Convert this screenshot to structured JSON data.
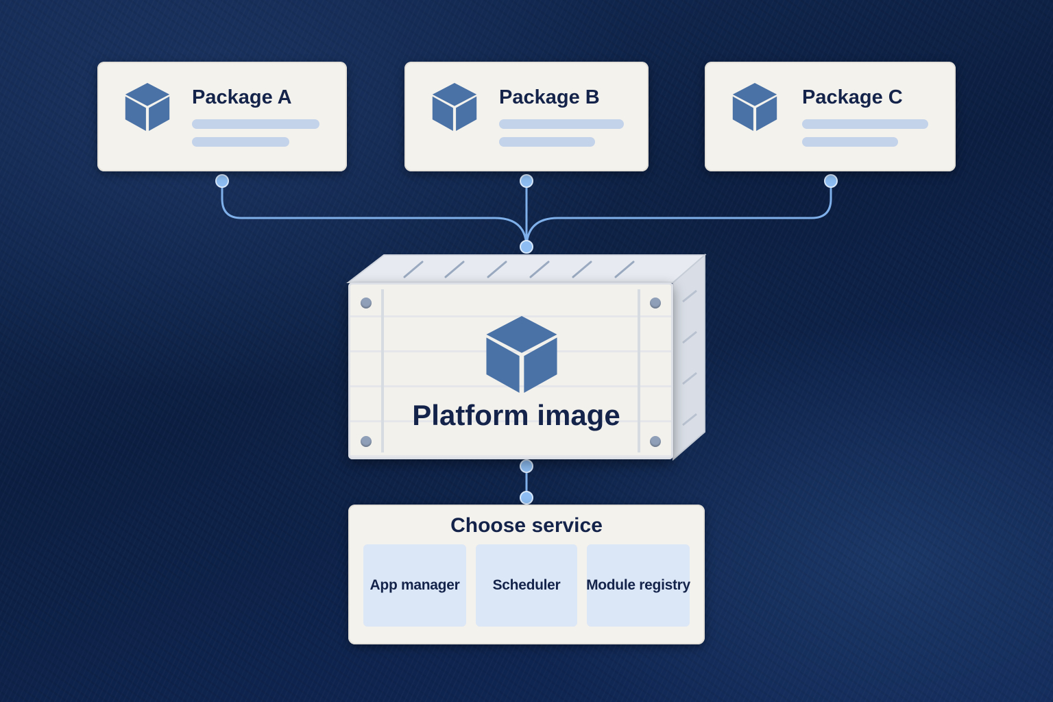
{
  "packages": [
    {
      "title": "Package A"
    },
    {
      "title": "Package B"
    },
    {
      "title": "Package C"
    }
  ],
  "platform": {
    "title": "Platform image"
  },
  "service": {
    "title": "Choose service",
    "options": [
      "App manager",
      "Scheduler",
      "Module registry"
    ]
  },
  "colors": {
    "background": "#0f2449",
    "card": "#f4f2ec",
    "icon": "#4a72a6",
    "text": "#13234a",
    "connector": "#7fb0ea",
    "option": "#dbe6f6",
    "placeholder_line": "#c3d3ea"
  },
  "icons": [
    "cube-icon"
  ]
}
